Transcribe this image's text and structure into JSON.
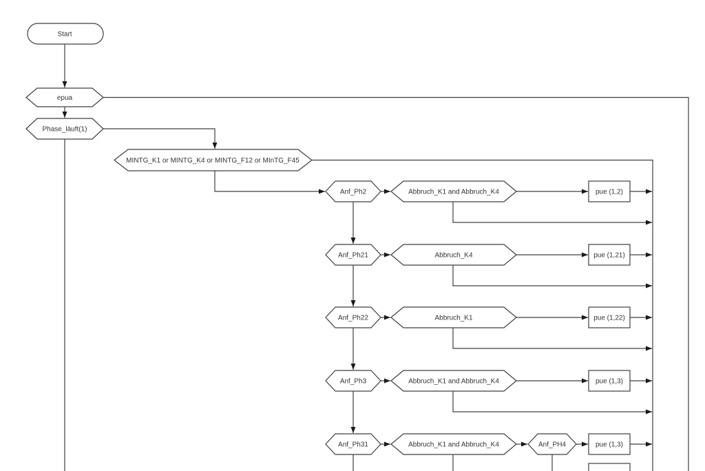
{
  "flowchart": {
    "nodes": {
      "start": "Start",
      "epua": "epua",
      "phase": "Phase_läuft(1)",
      "mintg": "MINTG_K1 or MINTG_K4 or MINTG_F12 or MInTG_F45"
    },
    "rows": [
      {
        "anf": "Anf_Ph2",
        "condition": "Abbruch_K1 and Abbruch_K4",
        "pue": "pue (1,2)"
      },
      {
        "anf": "Anf_Ph21",
        "condition": "Abbruch_K4",
        "pue": "pue (1,21)"
      },
      {
        "anf": "Anf_Ph22",
        "condition": "Abbruch_K1",
        "pue": "pue (1,22)"
      },
      {
        "anf": "Anf_Ph3",
        "condition": "Abbruch_K1 and Abbruch_K4",
        "pue": "pue (1,3)"
      },
      {
        "anf": "Anf_Ph31",
        "condition": "Abbruch_K1 and Abbruch_K4",
        "anf2": "Anf_PH4",
        "pue": "pue (1,3)"
      }
    ],
    "colors": {
      "stroke": "#3d3d3d",
      "node_fill": "#ffffff",
      "text": "#333333",
      "background": "#ffffff"
    }
  }
}
